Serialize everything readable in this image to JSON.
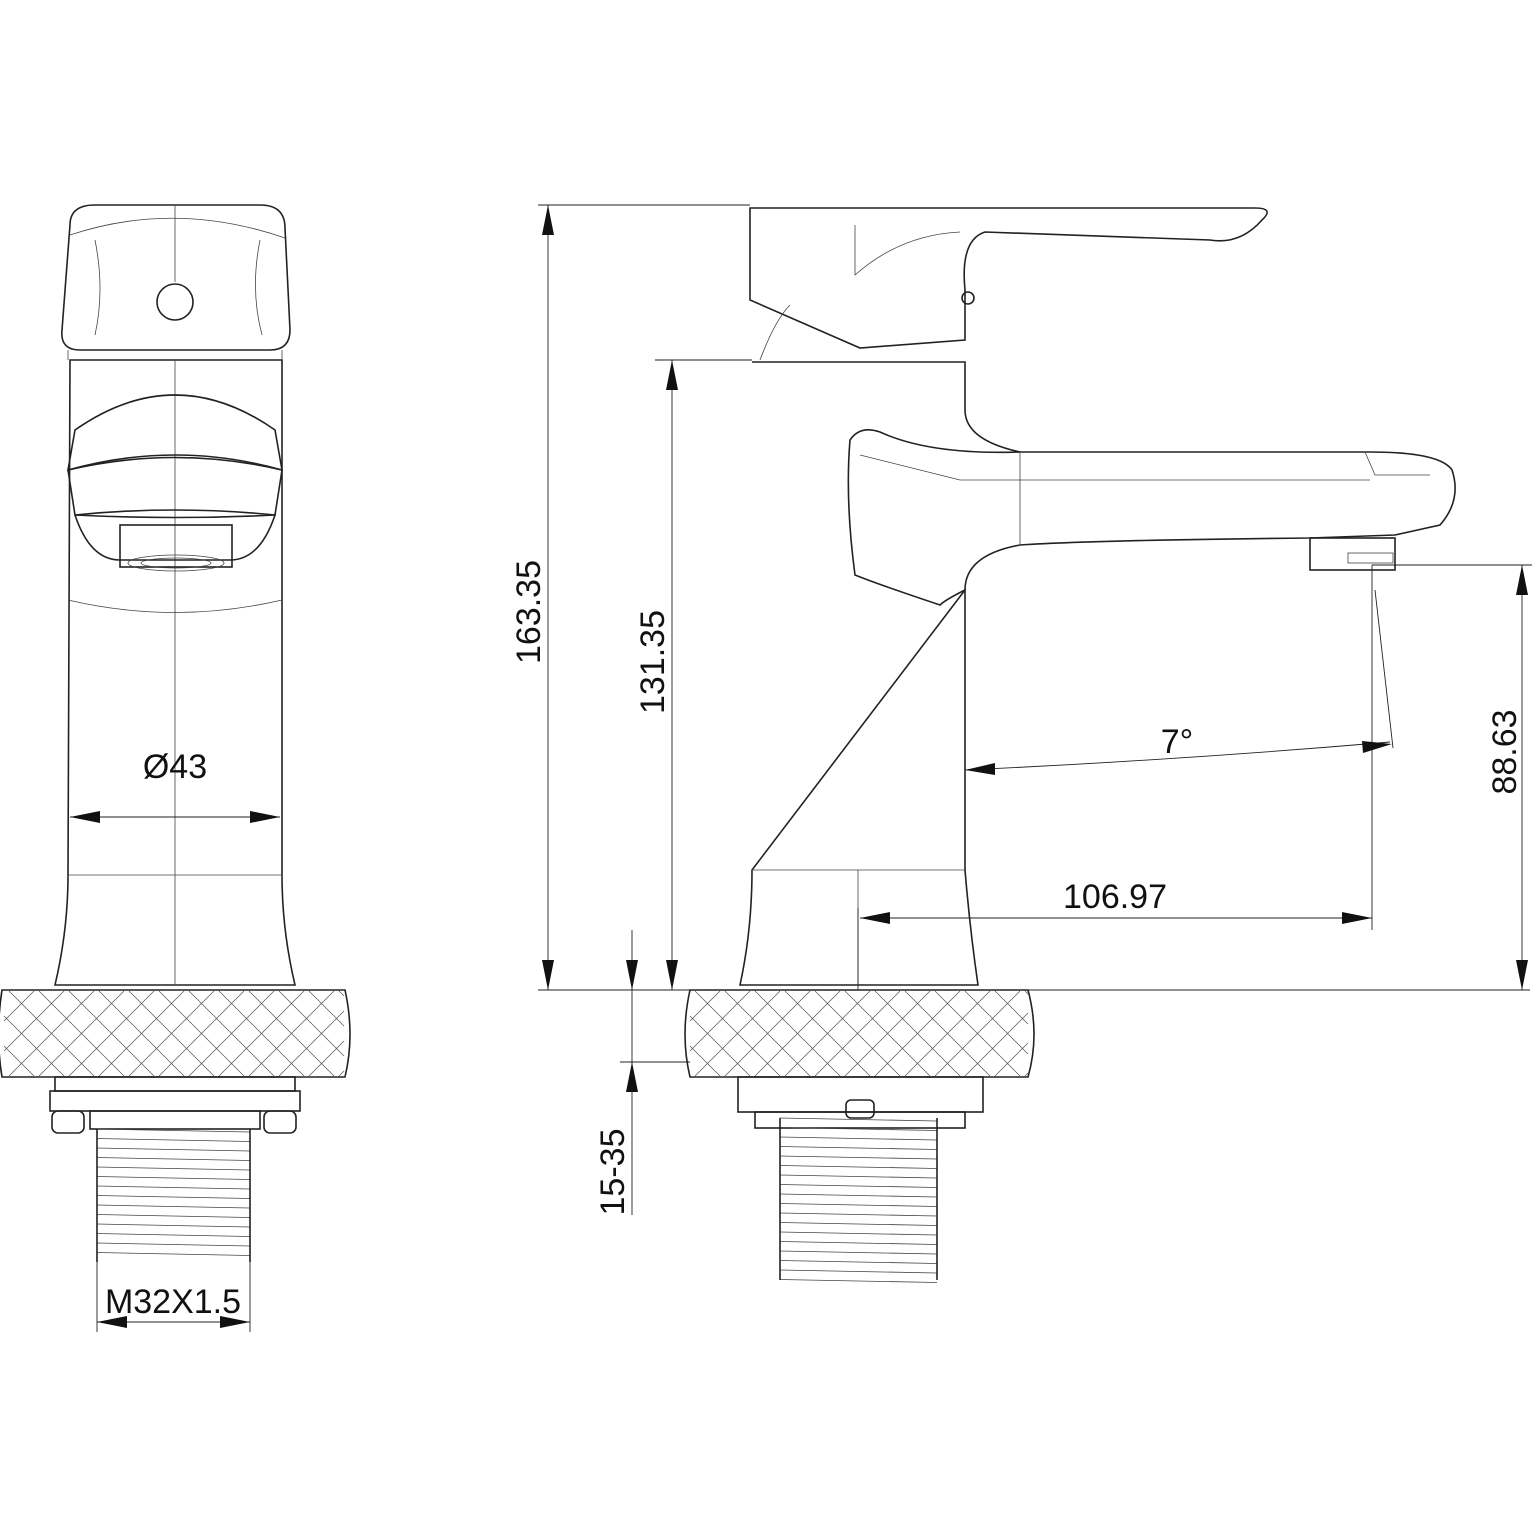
{
  "drawing": {
    "title": "Basin mixer tap dimensional drawing",
    "dimensions": {
      "total_height": "163.35",
      "spout_body_height": "131.35",
      "spout_outlet_height": "88.63",
      "spout_reach": "106.97",
      "spout_angle": "7°",
      "body_diameter": "Ø43",
      "thread": "M32X1.5",
      "countertop_thickness": "15-35"
    }
  }
}
